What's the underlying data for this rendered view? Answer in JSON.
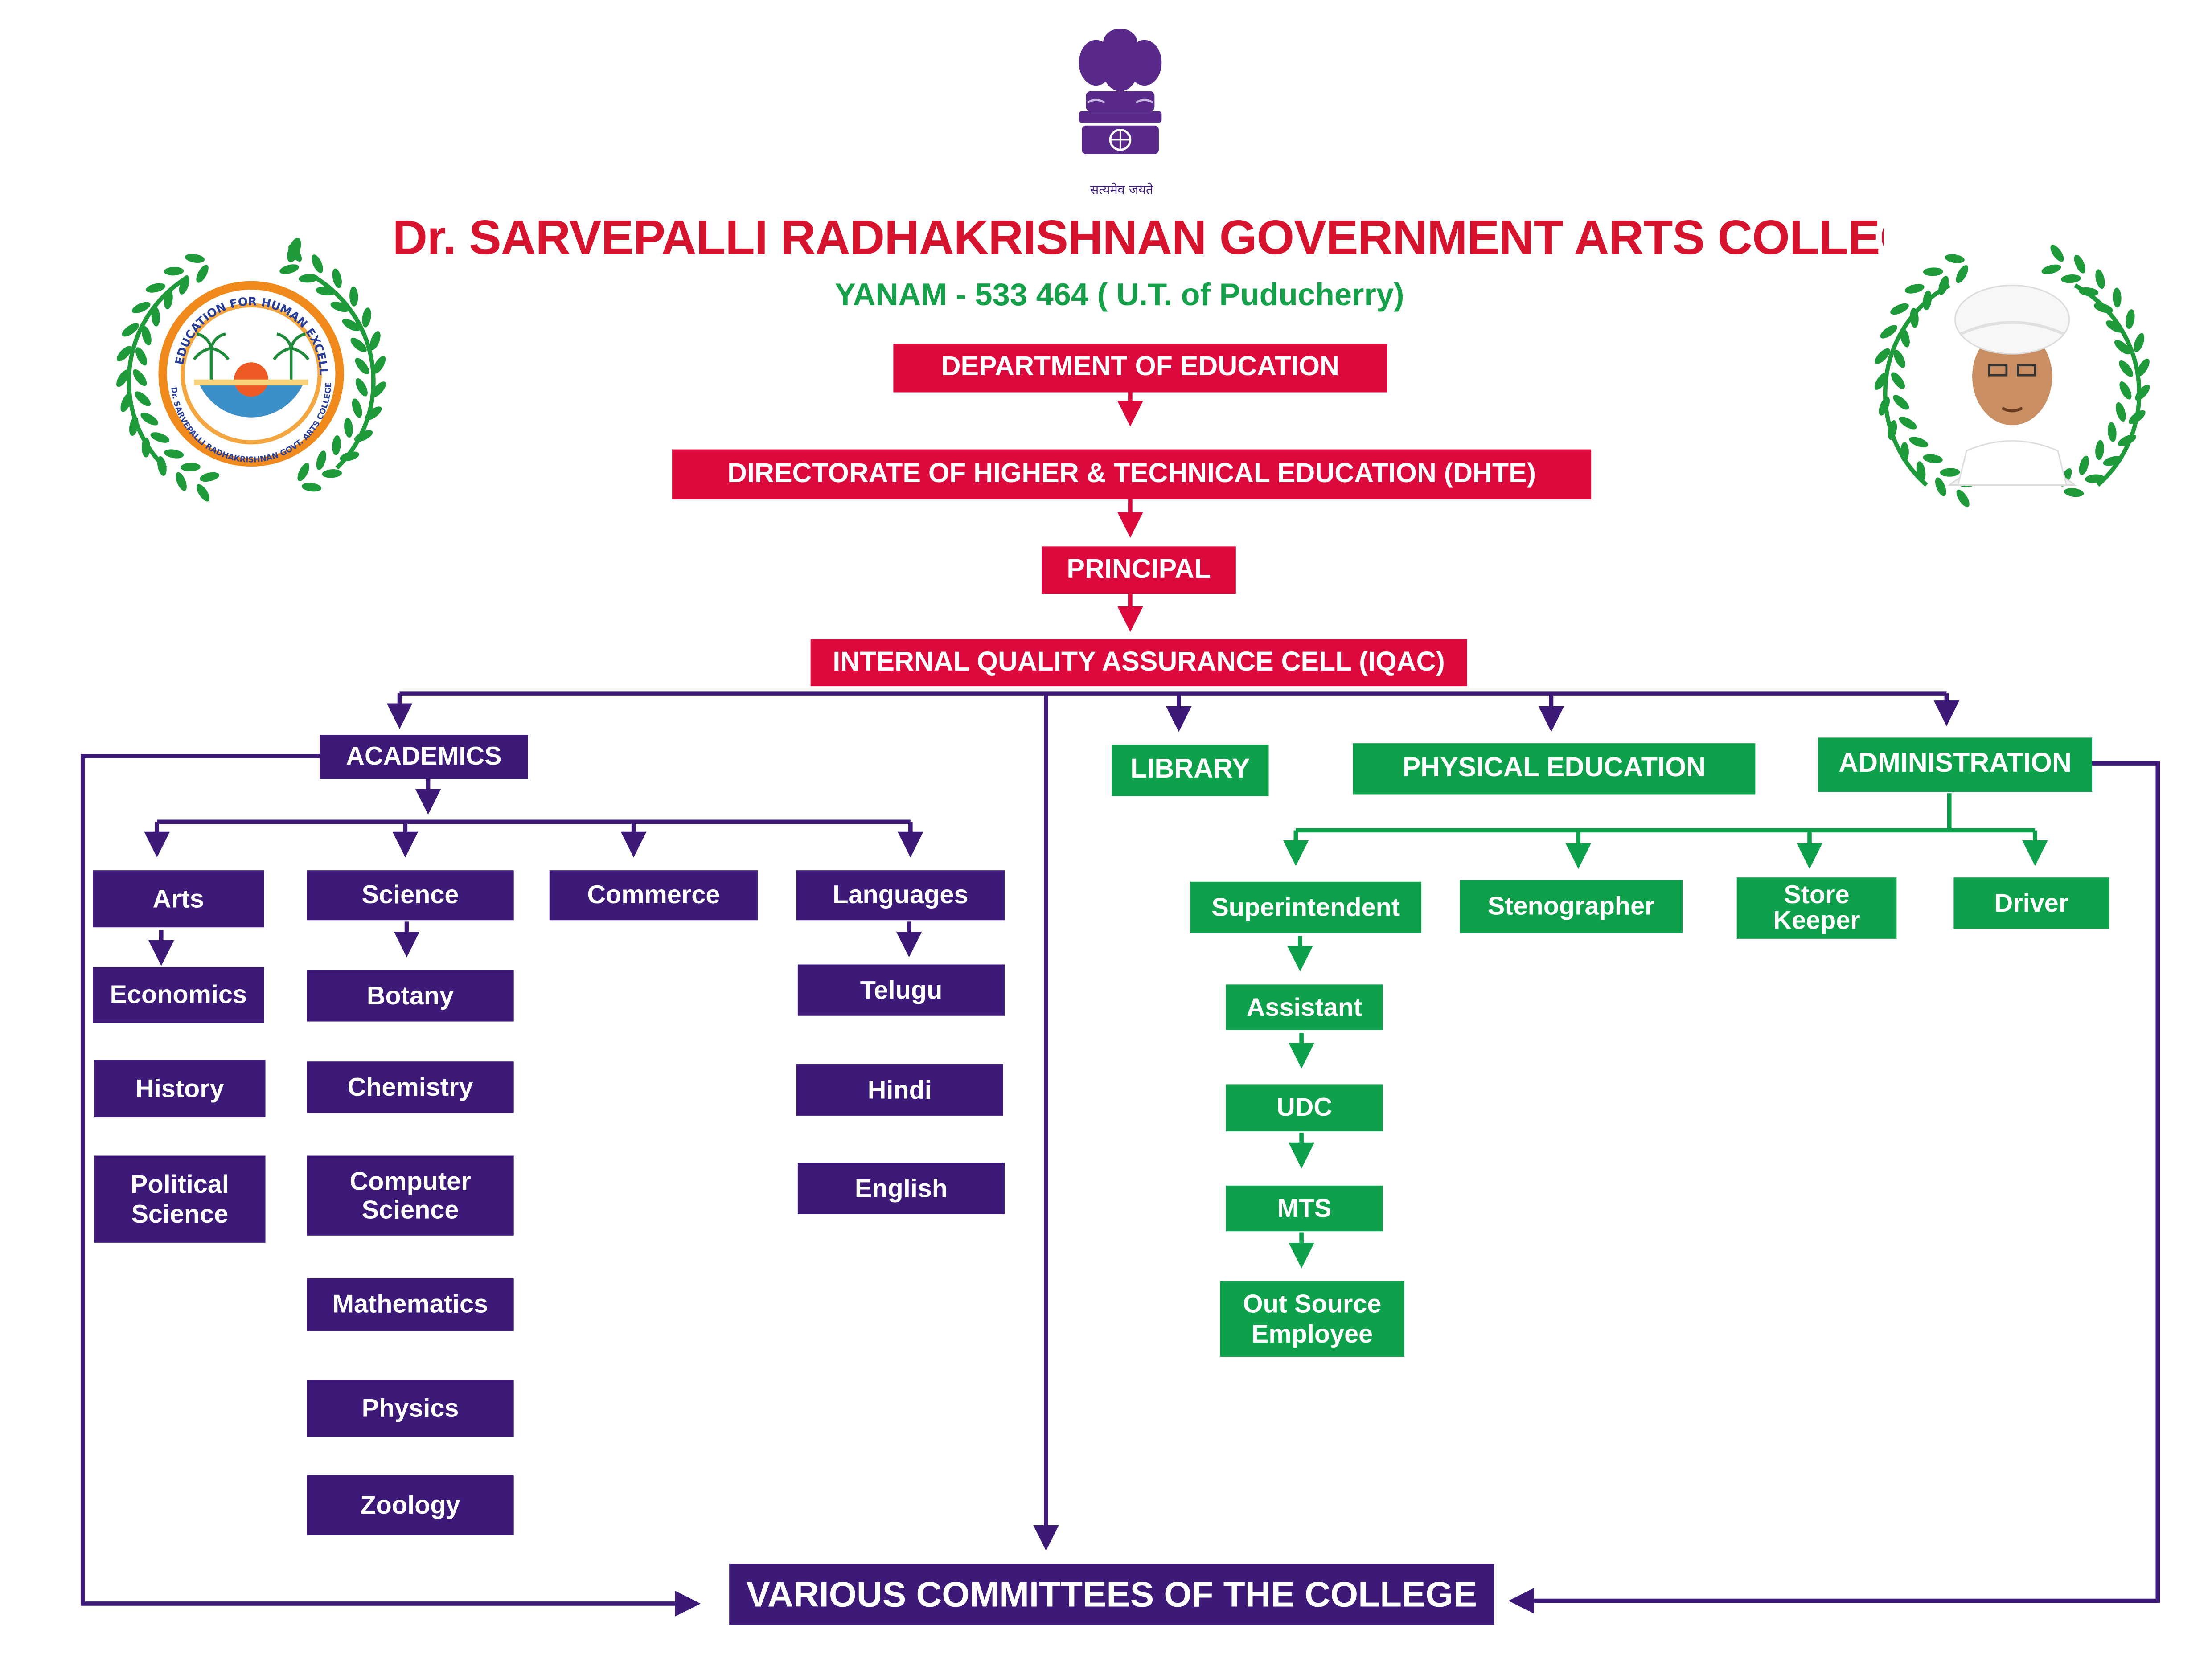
{
  "header": {
    "title": "Dr. SARVEPALLI RADHAKRISHNAN GOVERNMENT ARTS COLLEGE",
    "subtitle": "YANAM - 533 464 ( U.T. of Puducherry)",
    "emblem_motto": "सत्यमेव जयते",
    "logo_text": "EDUCATION FOR HUMAN EXCELLENCE",
    "logo_ring_text": "Dr. SARVEPALLI RADHAKRISHNAN GOVT. ARTS COLLEGE, YANAM"
  },
  "hierarchy": {
    "department": "DEPARTMENT OF EDUCATION",
    "directorate": "DIRECTORATE OF HIGHER & TECHNICAL EDUCATION (DHTE)",
    "principal": "PRINCIPAL",
    "iqac": "INTERNAL QUALITY ASSURANCE CELL (IQAC)"
  },
  "academics": {
    "label": "ACADEMICS",
    "arts": {
      "label": "Arts",
      "subjects": [
        "Economics",
        "History",
        "Political Science"
      ]
    },
    "science": {
      "label": "Science",
      "subjects": [
        "Botany",
        "Chemistry",
        "Computer Science",
        "Mathematics",
        "Physics",
        "Zoology"
      ]
    },
    "commerce": {
      "label": "Commerce"
    },
    "languages": {
      "label": "Languages",
      "subjects": [
        "Telugu",
        "Hindi",
        "English"
      ]
    }
  },
  "library": "LIBRARY",
  "physical_education": "PHYSICAL EDUCATION",
  "administration": {
    "label": "ADMINISTRATION",
    "superintendent": "Superintendent",
    "chain": [
      "Assistant",
      "UDC",
      "MTS",
      "Out Source Employee"
    ],
    "stenographer": "Stenographer",
    "store_keeper": "Store Keeper",
    "driver": "Driver"
  },
  "committees": "VARIOUS COMMITTEES OF THE COLLEGE",
  "colors": {
    "red": "#dc0a3c",
    "purple": "#3d1a78",
    "green": "#0fa04b",
    "title_red": "#d7142e",
    "subtitle_green": "#16a04a"
  },
  "icons": {
    "emblem": "ashoka-lion-capital-icon",
    "college_logo": "college-seal-icon",
    "portrait": "radhakrishnan-portrait-icon"
  }
}
